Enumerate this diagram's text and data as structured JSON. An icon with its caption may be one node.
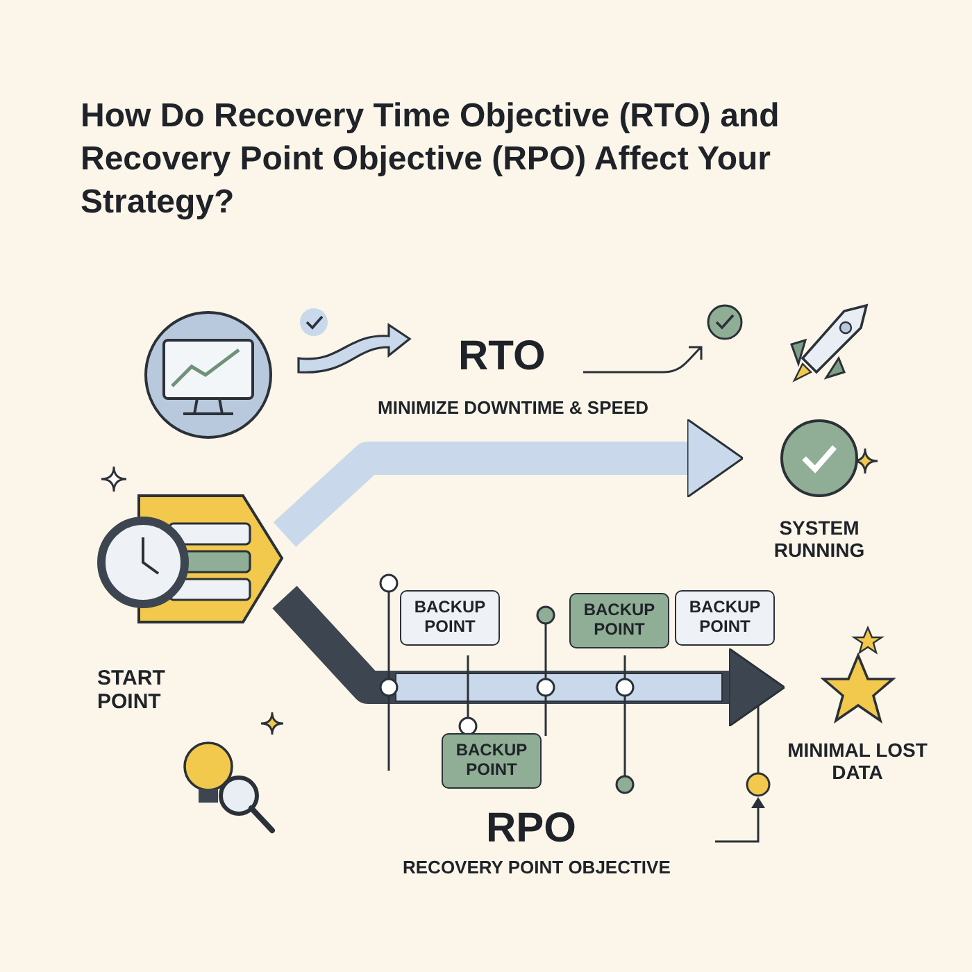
{
  "diagram": {
    "title": "How Do Recovery Time Objective (RTO) and Recovery Point Objective (RPO) Affect Your Strategy?",
    "nodes": [
      {
        "text": [
          "START POINT"
        ]
      },
      {
        "text": [
          "SYSTEM RUNNING"
        ]
      },
      {
        "text": [
          "MINIMAL LOST DATA"
        ]
      },
      {
        "text": [
          "BACKUP POINT"
        ]
      },
      {
        "text": [
          "BACKUP POINT"
        ]
      },
      {
        "text": [
          "BACKUP POINT"
        ]
      },
      {
        "text": [
          "BACKUP POINT"
        ]
      },
      {
        "text": [
          "RPO",
          "RECOVERY POINT OBJECTIVE"
        ]
      }
    ],
    "edges": [
      {
        "from": 0,
        "to": 1,
        "arrow": "to",
        "color": "#c9d8ea"
      },
      {
        "from": 0,
        "to": 2,
        "arrow": "to",
        "color": "#3d4650"
      }
    ],
    "labels": [
      "RTO",
      "MINIMIZE DOWNTIME & SPEED"
    ]
  }
}
